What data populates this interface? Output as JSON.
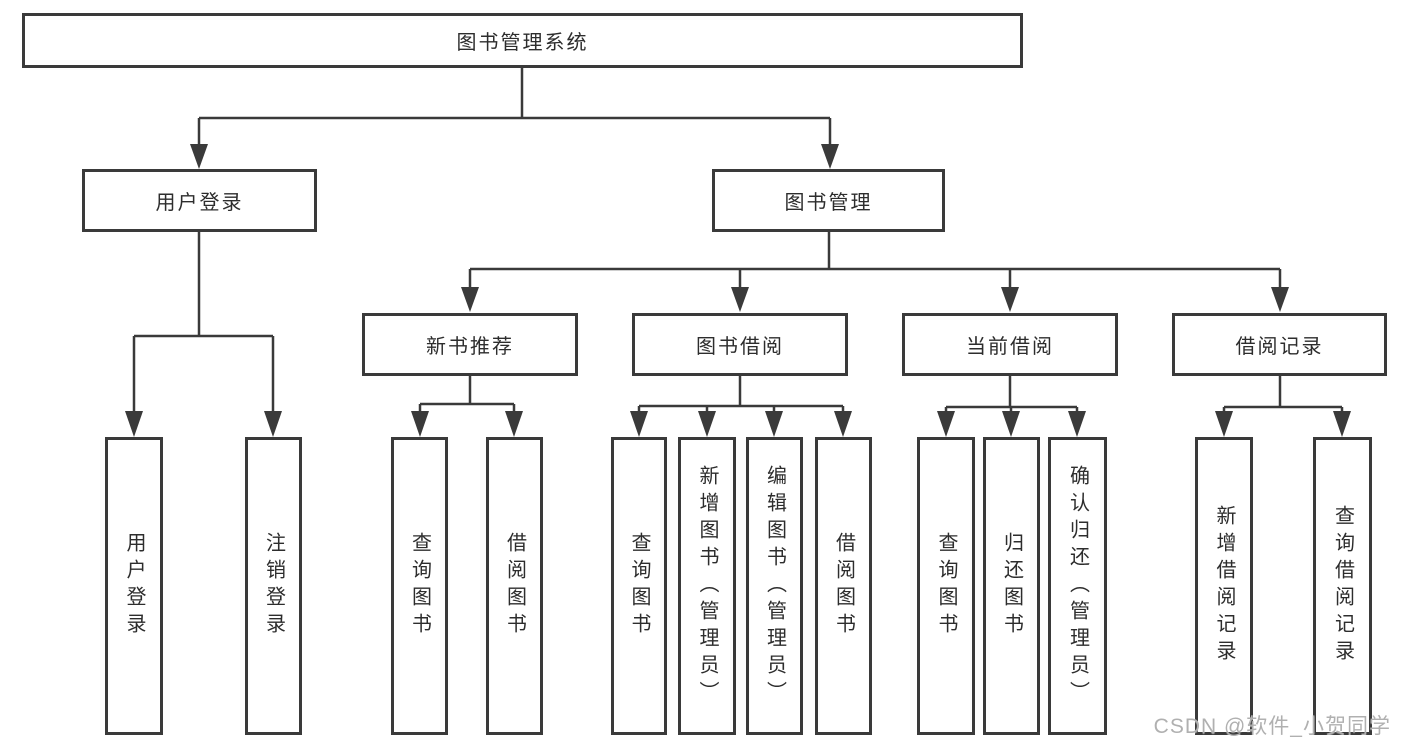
{
  "tree": {
    "label": "图书管理系统",
    "children": [
      {
        "label": "用户登录",
        "children": [
          {
            "label": "用户登录"
          },
          {
            "label": "注销登录"
          }
        ]
      },
      {
        "label": "图书管理",
        "children": [
          {
            "label": "新书推荐",
            "children": [
              {
                "label": "查询图书"
              },
              {
                "label": "借阅图书"
              }
            ]
          },
          {
            "label": "图书借阅",
            "children": [
              {
                "label": "查询图书"
              },
              {
                "label": "新增图书（管理员）"
              },
              {
                "label": "编辑图书（管理员）"
              },
              {
                "label": "借阅图书"
              }
            ]
          },
          {
            "label": "当前借阅",
            "children": [
              {
                "label": "查询图书"
              },
              {
                "label": "归还图书"
              },
              {
                "label": "确认归还（管理员）"
              }
            ]
          },
          {
            "label": "借阅记录",
            "children": [
              {
                "label": "新增借阅记录"
              },
              {
                "label": "查询借阅记录"
              }
            ]
          }
        ]
      }
    ]
  },
  "watermark": {
    "text": "CSDN @软件_小贺同学"
  },
  "colors": {
    "border": "#3a3a3a",
    "text": "#2d2d2d",
    "watermark": "#b0b0b0",
    "background": "#ffffff"
  }
}
